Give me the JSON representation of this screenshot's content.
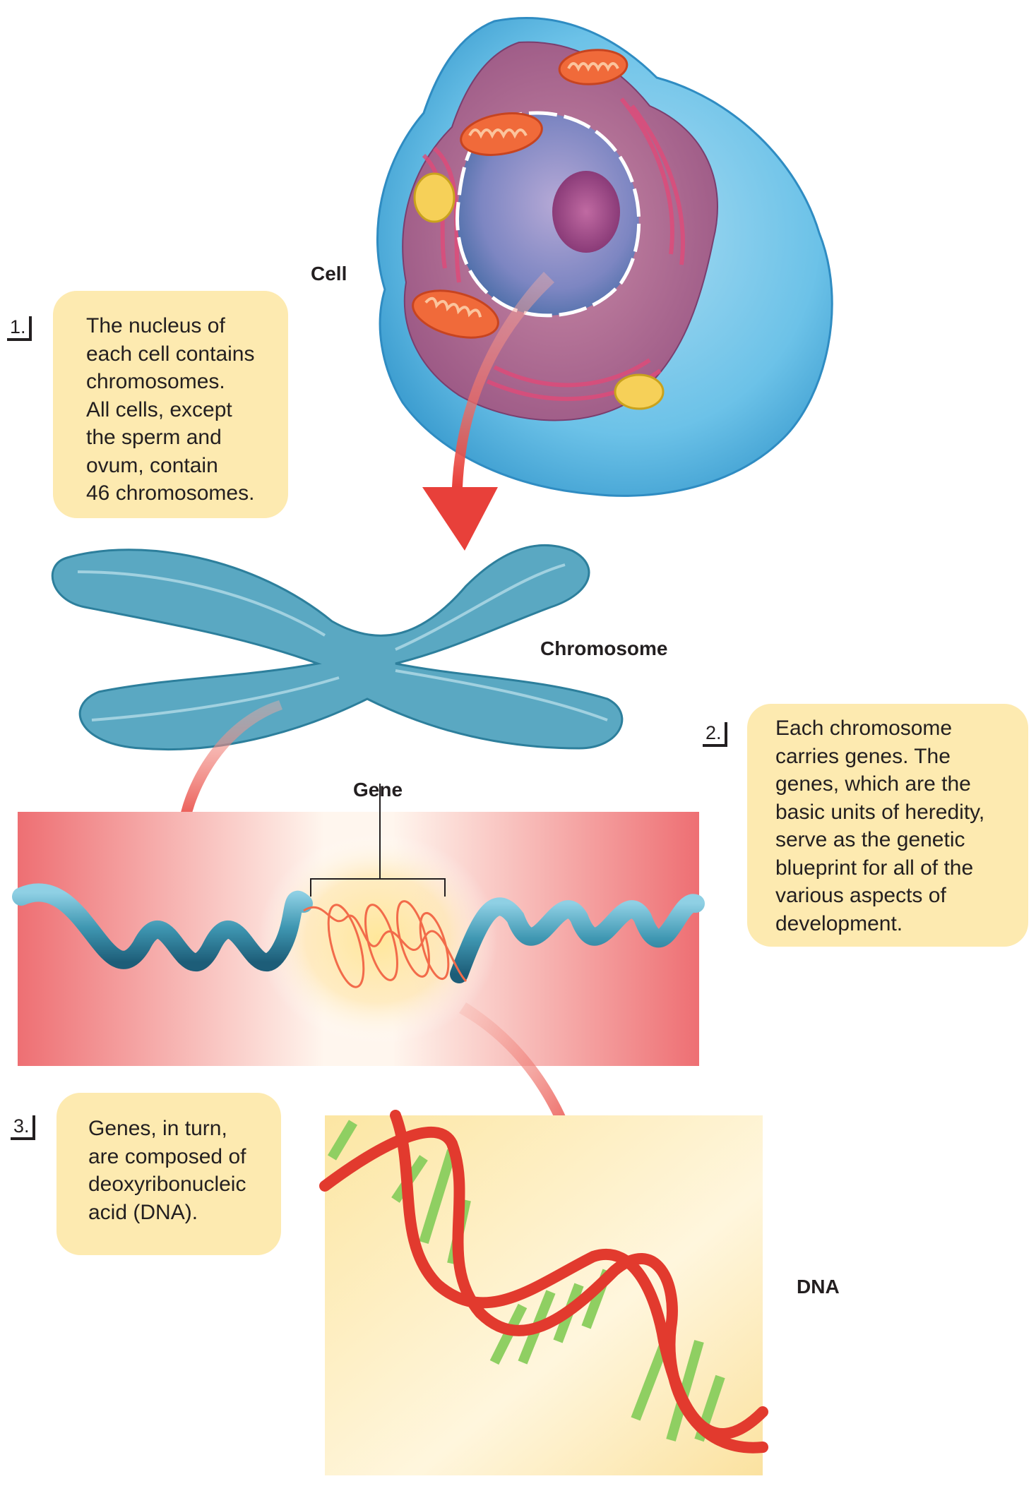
{
  "labels": {
    "cell": "Cell",
    "chromosome": "Chromosome",
    "gene": "Gene",
    "dna": "DNA"
  },
  "callouts": [
    {
      "number": "1.",
      "lines": [
        "The nucleus of",
        "each cell contains",
        "chromosomes.",
        "All cells, except",
        "the sperm and",
        "ovum, contain",
        "46 chromosomes."
      ]
    },
    {
      "number": "2.",
      "lines": [
        "Each chromosome",
        "carries genes. The",
        "genes, which are the",
        "basic units of heredity,",
        "serve as the genetic",
        "blueprint for all of the",
        "various aspects of",
        "development."
      ]
    },
    {
      "number": "3.",
      "lines": [
        "Genes, in turn,",
        "are composed of",
        "deoxyribonucleic",
        "acid (DNA)."
      ]
    }
  ],
  "colors": {
    "callout_bg": "#fdeab0",
    "arrow": "#e8403a",
    "cell_membrane": "#5bb8e0",
    "chromosome": "#3f97b2",
    "dna_strand": "#e23a2e",
    "dna_rung": "#8fcf62"
  }
}
